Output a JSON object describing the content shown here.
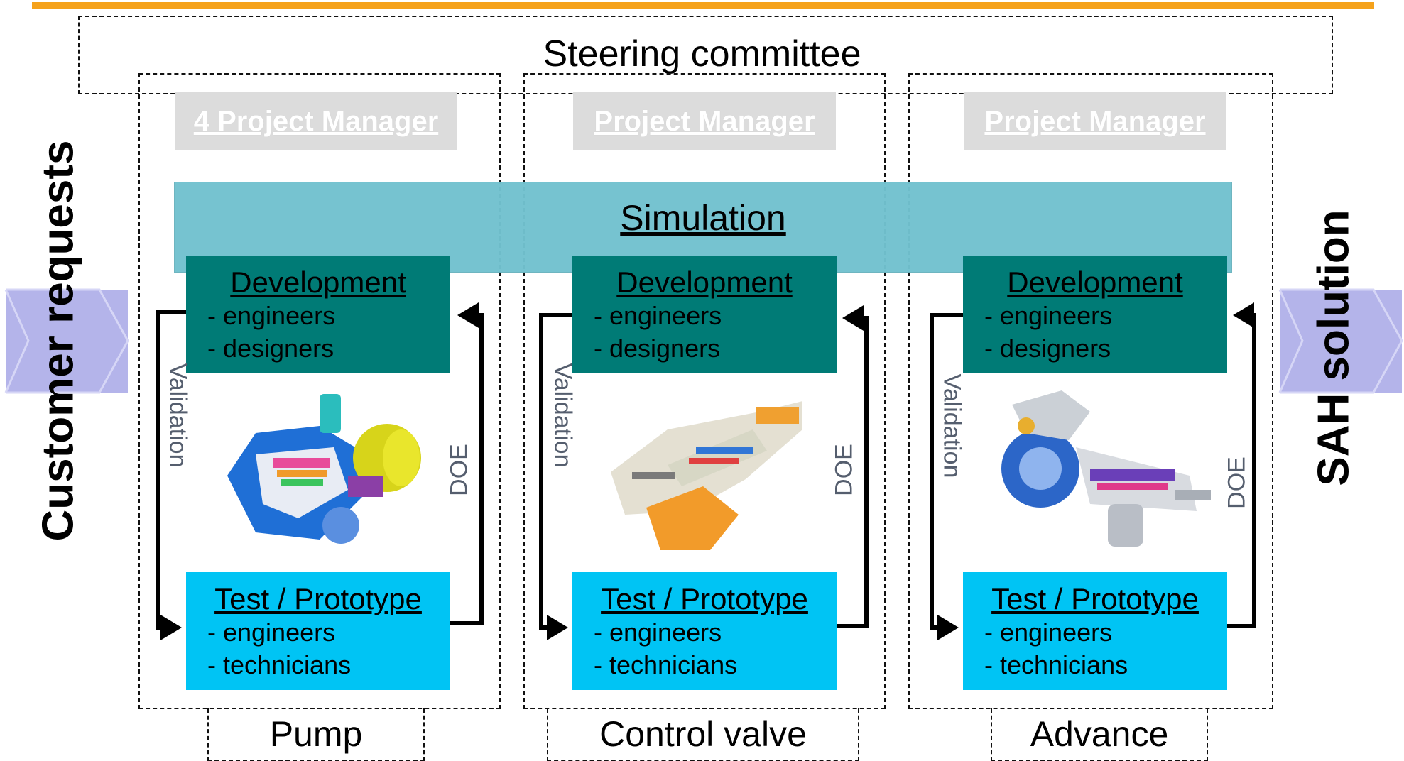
{
  "steering": {
    "title": "Steering committee"
  },
  "simulation": {
    "label": "Simulation"
  },
  "left_side": {
    "label": "Customer requests"
  },
  "right_side": {
    "label": "SAH solution"
  },
  "columns": [
    {
      "pm_label": "4 Project Manager",
      "development": {
        "title": "Development",
        "lines": [
          "- engineers",
          "- designers"
        ]
      },
      "test": {
        "title": "Test / Prototype",
        "lines": [
          "- engineers",
          "- technicians"
        ]
      },
      "left_arrow_label": "Validation",
      "right_arrow_label": "DOE",
      "domain": "Pump"
    },
    {
      "pm_label": "Project Manager",
      "development": {
        "title": "Development",
        "lines": [
          "- engineers",
          "- designers"
        ]
      },
      "test": {
        "title": "Test / Prototype",
        "lines": [
          "- engineers",
          "- technicians"
        ]
      },
      "left_arrow_label": "Validation",
      "right_arrow_label": "DOE",
      "domain": "Control valve"
    },
    {
      "pm_label": "Project Manager",
      "development": {
        "title": "Development",
        "lines": [
          "- engineers",
          "- designers"
        ]
      },
      "test": {
        "title": "Test / Prototype",
        "lines": [
          "- engineers",
          "- technicians"
        ]
      },
      "left_arrow_label": "Validation",
      "right_arrow_label": "DOE",
      "domain": "Advance"
    }
  ],
  "colors": {
    "top_bar": "#f5a21b",
    "development_box": "#007b76",
    "test_box": "#00c4f4",
    "simulation_band": "#72c2cf",
    "pm_box": "#dcdcdc",
    "side_arrow": "#b4b4ea"
  }
}
